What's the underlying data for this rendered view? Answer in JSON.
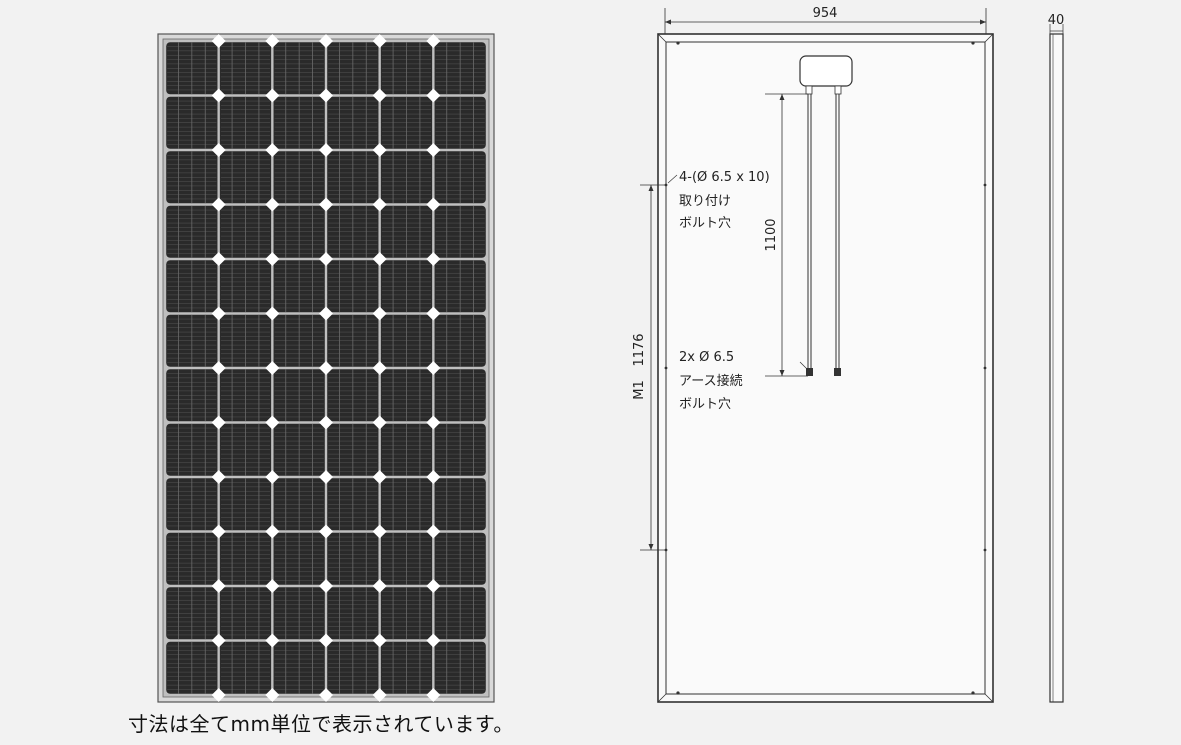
{
  "front_view": {
    "cell_rows": 12,
    "cell_cols": 6,
    "cell_color": "#2a2a2a",
    "frame_color": "#8c8c8c"
  },
  "dimensions": {
    "width": "954",
    "depth": "40",
    "junction_cable": "1100",
    "mount_label": "M1",
    "mount_span": "1176"
  },
  "annotations": {
    "mount_holes_line1": "4-(Ø 6.5 x 10)",
    "mount_holes_line2": "取り付け",
    "mount_holes_line3": "ボルト穴",
    "ground_holes_line1": "2x Ø 6.5",
    "ground_holes_line2": "アース接続",
    "ground_holes_line3": "ボルト穴"
  },
  "caption": "寸法は全てmm単位で表示されています。"
}
